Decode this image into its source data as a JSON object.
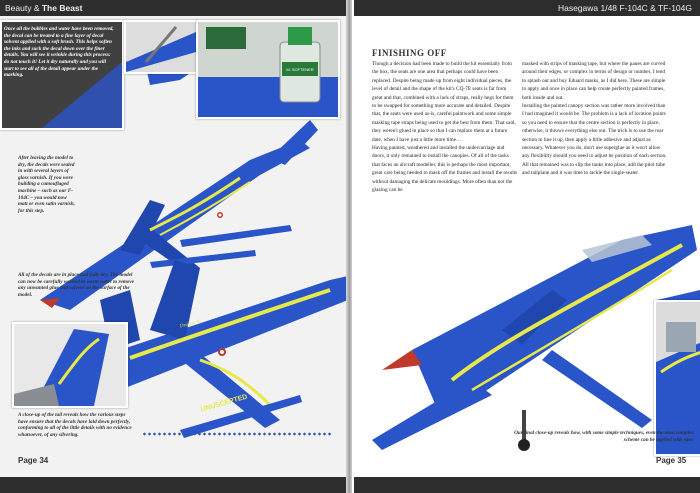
{
  "header": {
    "left_normal": "Beauty & ",
    "left_bold": "The Beast",
    "right": "Hasegawa 1/48 F-104C & TF-104G"
  },
  "footer": {
    "left_page": "Page 34",
    "right_page": "Page 35"
  },
  "left_captions": {
    "top": "Once all the bubbles and water have been removed, the decal can be treated to a fine layer of decal solvent applied with a soft brush. This helps soften the inks and suck the decal down over the finer details. You will see it wrinkle during this process: do not touch it! Let it dry naturally and you will start to see all of the detail appear under the marking.",
    "middle": "After leaving the model to dry, the decals were sealed in with several layers of gloss varnish. If you were building a camouflaged machine – such as our F-104C – you would now matt or even satin varnish, for this step.",
    "lower": "All of the decals are in place and fully dry. The model can now be carefully washed in warm water to remove any unwanted glue and solvent on the surface of the model.",
    "bottom": "A close-up of the tail reveals how the various steps have ensure that the decals have laid down perfectly, conforming to all of the little details with no evidence whatsoever, of any silvering."
  },
  "right_page": {
    "heading": "FINISHING OFF",
    "col1": [
      "Though a decision had been made to build the kit essentially from the box, the seats are one area that perhaps could have been replaced. Despite being made up from eight individual pieces, the level of detail and the shape of the kit's CQ-7E seats is far from great and that, combined with a lack of straps, really begs for them to be swapped for something more accurate and detailed. Despite that, the seats were used as-is, careful paintwork and some simple masking tape straps being used to get the best from them. That said, they weren't glued in place so that I can replace them at a future date, when I have just a little more time…",
      "Having painted, weathered and installed the undercarriage and doors, it only remained to install the canopies. Of all of the tasks that faces an aircraft modeller, this is perhaps the most important, great care being needed to mask off the frames and install the results without damaging the delicate mouldings. More often than not the glazing can be"
    ],
    "col2": [
      "masked with strips of masking tape, but where the panes are curved around their edges, or complex in terms of design or number, I tend to splash out and buy Eduard masks, as I did here. These are simple to apply and once in place can help create perfectly painted frames, both inside and out.",
      "Installing the painted canopy section was rather more involved than I had imagined it would be. The problem is a lack of location points so you need to ensure that the centre section is perfectly in place, otherwise, it throws everything else out. The trick is to use the rear section to line it up, then apply a little adhesive and adjust as necessary. Whatever you do, don't use superglue as it won't allow any flexibility should you need to adjust he position of each section.",
      "All that remained was to slip the tanks into place, add the pitot tube and tailplane and it was time to tackle the single-seater."
    ],
    "caption_bottom": "Our final close-up reveals how, with some simple techniques, even the most complex scheme can be applied with ease."
  },
  "photo_text": {
    "bottle_label": "M. SOFTENER",
    "tank_label": "UNUSCEPTED",
    "tail_script": "Dragon Bi"
  },
  "colors": {
    "aircraft_blue": "#2a55c8",
    "decal_yellow": "#e8e84a",
    "header_bar": "#2d2d2d",
    "nose_red": "#c0392b",
    "silver": "#b9bcc2"
  }
}
